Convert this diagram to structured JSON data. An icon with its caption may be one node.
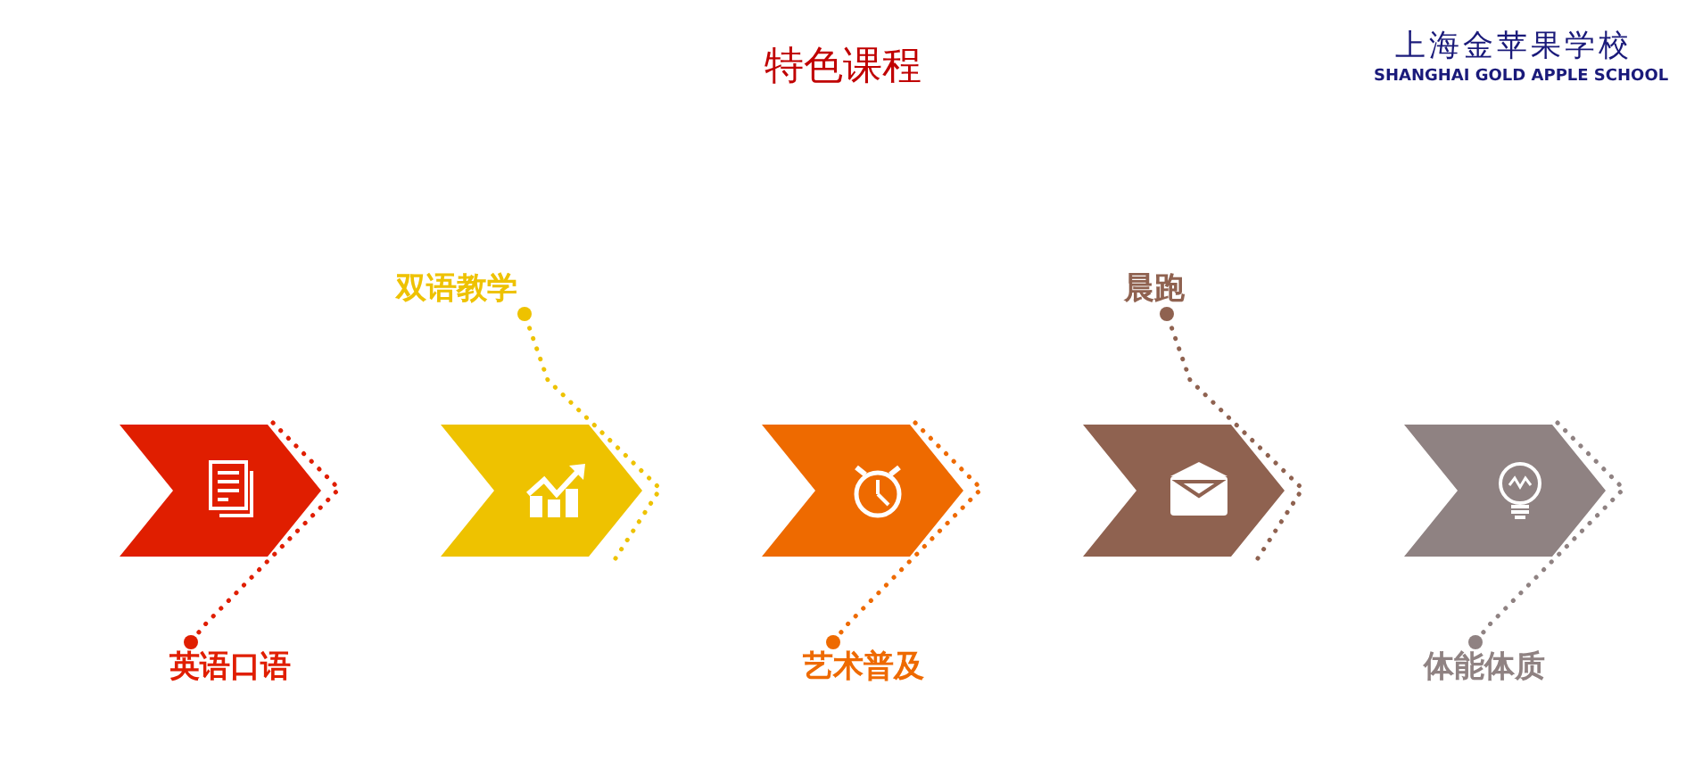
{
  "diagram": {
    "title": "特色课程",
    "nodes": [
      {
        "text": [],
        "shape": "chevron"
      },
      {
        "text": [],
        "shape": "chevron"
      },
      {
        "text": [],
        "shape": "chevron"
      },
      {
        "text": [],
        "shape": "chevron"
      },
      {
        "text": [],
        "shape": "chevron"
      },
      {
        "text": [
          "英语口语"
        ]
      },
      {
        "text": [
          "双语教学"
        ]
      },
      {
        "text": [
          "艺术普及"
        ]
      },
      {
        "text": [
          "晨跑"
        ]
      },
      {
        "text": [
          "体能体质"
        ]
      }
    ],
    "edges": [
      {
        "from": 0,
        "to": 5,
        "arrow": "other",
        "style": "dashed",
        "color": "#e01e00"
      },
      {
        "from": 1,
        "to": 6,
        "arrow": "other",
        "style": "dashed",
        "color": "#eec200"
      },
      {
        "from": 2,
        "to": 7,
        "arrow": "other",
        "style": "dashed",
        "color": "#ee6a00"
      },
      {
        "from": 3,
        "to": 8,
        "arrow": "other",
        "style": "dashed",
        "color": "#8f6250"
      },
      {
        "from": 4,
        "to": 9,
        "arrow": "other",
        "style": "dashed",
        "color": "#8f8282"
      }
    ],
    "labels": [
      "上海金苹果学校",
      "SHANGHAI GOLD APPLE SCHOOL"
    ]
  }
}
